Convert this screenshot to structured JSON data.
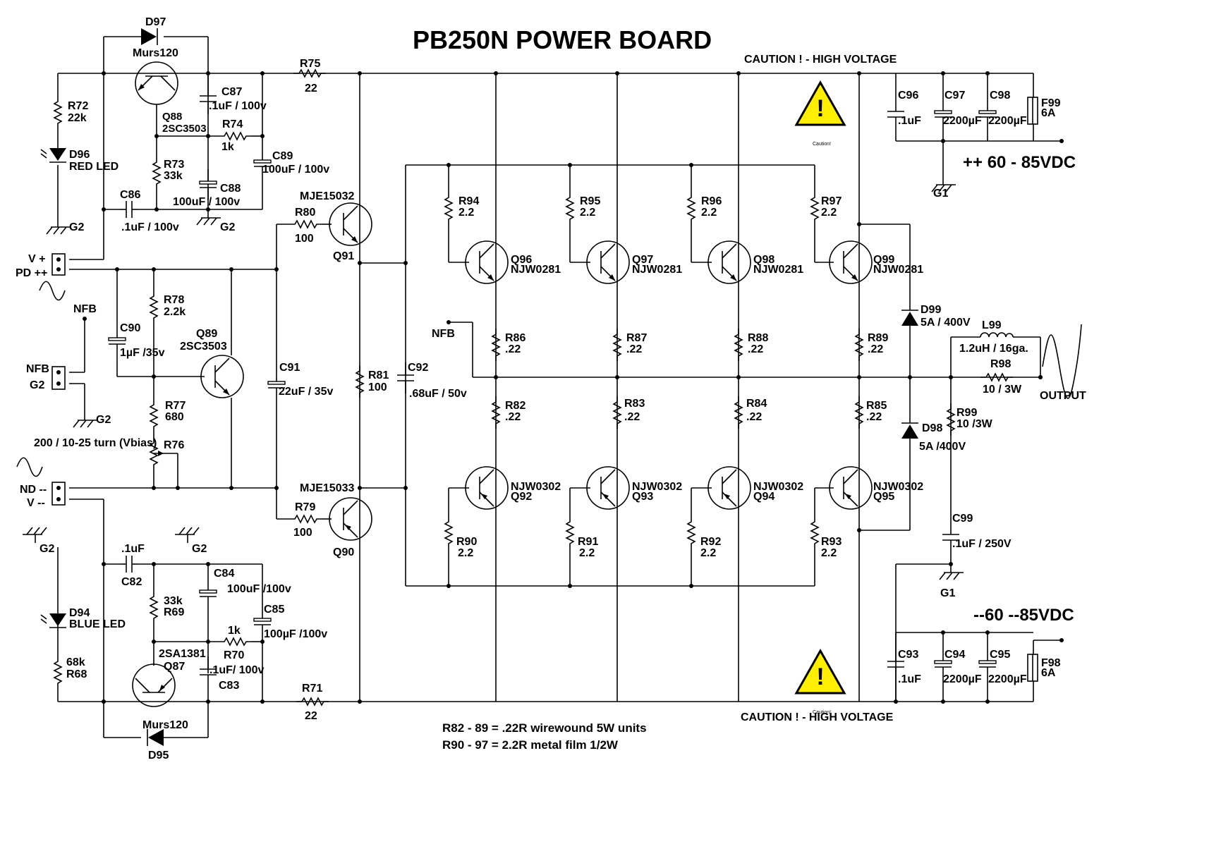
{
  "title": "PB250N POWER BOARD",
  "caution_text": "CAUTION ! - HIGH VOLTAGE",
  "caution_icon_label": "Caution!",
  "supply_labels": {
    "positive": "++ 60 - 85VDC",
    "negative": "--60 --85VDC"
  },
  "grounds": {
    "g1": "G1",
    "g2": "G2"
  },
  "connectors": {
    "v_plus": "V +",
    "pd_plus": "PD ++",
    "nfb": "NFB",
    "g2": "G2",
    "nd_minus": "ND --",
    "v_minus": "V --",
    "nfb_probe": "NFB",
    "output": "OUTPUT"
  },
  "bias_label": "200 / 10-25 turn (Vbias)",
  "components": {
    "D97": {
      "ref": "D97",
      "val": "Murs120"
    },
    "D95": {
      "ref": "D95",
      "val": "Murs120"
    },
    "Q88": {
      "ref": "Q88",
      "val": "2SC3503"
    },
    "Q87": {
      "ref": "Q87",
      "val": "2SA1381"
    },
    "Q89": {
      "ref": "Q89",
      "val": "2SC3503"
    },
    "Q91": {
      "ref": "Q91",
      "val": "MJE15032"
    },
    "Q90": {
      "ref": "Q90",
      "val": "MJE15033"
    },
    "R72": {
      "ref": "R72",
      "val": "22k"
    },
    "R73": {
      "ref": "R73",
      "val": "33k"
    },
    "R74": {
      "ref": "R74",
      "val": "1k"
    },
    "R75": {
      "ref": "R75",
      "val": "22"
    },
    "R71": {
      "ref": "R71",
      "val": "22"
    },
    "R69": {
      "ref": "R69",
      "val": "33k"
    },
    "R70": {
      "ref": "R70",
      "val": "1k"
    },
    "R68": {
      "ref": "R68",
      "val": "68k"
    },
    "R78": {
      "ref": "R78",
      "val": "2.2k"
    },
    "R77": {
      "ref": "R77",
      "val": "680"
    },
    "R76": {
      "ref": "R76"
    },
    "R80": {
      "ref": "R80",
      "val": "100"
    },
    "R79": {
      "ref": "R79",
      "val": "100"
    },
    "R81": {
      "ref": "R81",
      "val": "100"
    },
    "R98": {
      "ref": "R98",
      "val": "10 / 3W"
    },
    "R99": {
      "ref": "R99",
      "val": "10 /3W"
    },
    "D96": {
      "ref": "D96",
      "val": "RED LED"
    },
    "D94": {
      "ref": "D94",
      "val": "BLUE LED"
    },
    "C87": {
      "ref": "C87",
      "val": ".1uF / 100v"
    },
    "C89": {
      "ref": "C89",
      "val": "100uF / 100v"
    },
    "C88": {
      "ref": "C88",
      "val": "100uF / 100v"
    },
    "C86": {
      "ref": "C86",
      "val": ".1uF / 100v"
    },
    "C90": {
      "ref": "C90",
      "val": "1µF /35v"
    },
    "C91": {
      "ref": "C91",
      "val": "22uF / 35v"
    },
    "C92": {
      "ref": "C92",
      "val": ".68uF / 50v"
    },
    "C82": {
      "ref": "C82",
      "val": ".1uF"
    },
    "C84": {
      "ref": "C84",
      "val": "100uF /100v"
    },
    "C85": {
      "ref": "C85",
      "val": "100µF /100v"
    },
    "C83": {
      "ref": "C83",
      "val": ".1uF/ 100v"
    },
    "C96": {
      "ref": "C96",
      "val": ".1uF"
    },
    "C97": {
      "ref": "C97",
      "val": "2200µF"
    },
    "C98": {
      "ref": "C98",
      "val": "2200µF"
    },
    "C93": {
      "ref": "C93",
      "val": ".1uF"
    },
    "C94": {
      "ref": "C94",
      "val": "2200µF"
    },
    "C95": {
      "ref": "C95",
      "val": "2200µF"
    },
    "C99": {
      "ref": "C99",
      "val": ".1uF / 250V"
    },
    "F99": {
      "ref": "F99",
      "val": "6A"
    },
    "F98": {
      "ref": "F98",
      "val": "6A"
    },
    "D99": {
      "ref": "D99",
      "val": "5A / 400V"
    },
    "D98": {
      "ref": "D98",
      "val": "5A /400V"
    },
    "L99": {
      "ref": "L99",
      "val": "1.2uH / 16ga."
    }
  },
  "output_stage": {
    "upper_base_resistors": [
      {
        "ref": "R94",
        "val": "2.2"
      },
      {
        "ref": "R95",
        "val": "2.2"
      },
      {
        "ref": "R96",
        "val": "2.2"
      },
      {
        "ref": "R97",
        "val": "2.2"
      }
    ],
    "upper_transistors": [
      {
        "ref": "Q96",
        "val": "NJW0281"
      },
      {
        "ref": "Q97",
        "val": "NJW0281"
      },
      {
        "ref": "Q98",
        "val": "NJW0281"
      },
      {
        "ref": "Q99",
        "val": "NJW0281"
      }
    ],
    "upper_emitter_resistors": [
      {
        "ref": "R86",
        "val": ".22"
      },
      {
        "ref": "R87",
        "val": ".22"
      },
      {
        "ref": "R88",
        "val": ".22"
      },
      {
        "ref": "R89",
        "val": ".22"
      }
    ],
    "lower_emitter_resistors": [
      {
        "ref": "R82",
        "val": ".22"
      },
      {
        "ref": "R83",
        "val": ".22"
      },
      {
        "ref": "R84",
        "val": ".22"
      },
      {
        "ref": "R85",
        "val": ".22"
      }
    ],
    "lower_transistors": [
      {
        "ref": "Q92",
        "val": "NJW0302"
      },
      {
        "ref": "Q93",
        "val": "NJW0302"
      },
      {
        "ref": "Q94",
        "val": "NJW0302"
      },
      {
        "ref": "Q95",
        "val": "NJW0302"
      }
    ],
    "lower_base_resistors": [
      {
        "ref": "R90",
        "val": "2.2"
      },
      {
        "ref": "R91",
        "val": "2.2"
      },
      {
        "ref": "R92",
        "val": "2.2"
      },
      {
        "ref": "R93",
        "val": "2.2"
      }
    ]
  },
  "notes": [
    "R82 - 89 = .22R wirewound 5W units",
    "R90 - 97 = 2.2R metal film 1/2W"
  ]
}
